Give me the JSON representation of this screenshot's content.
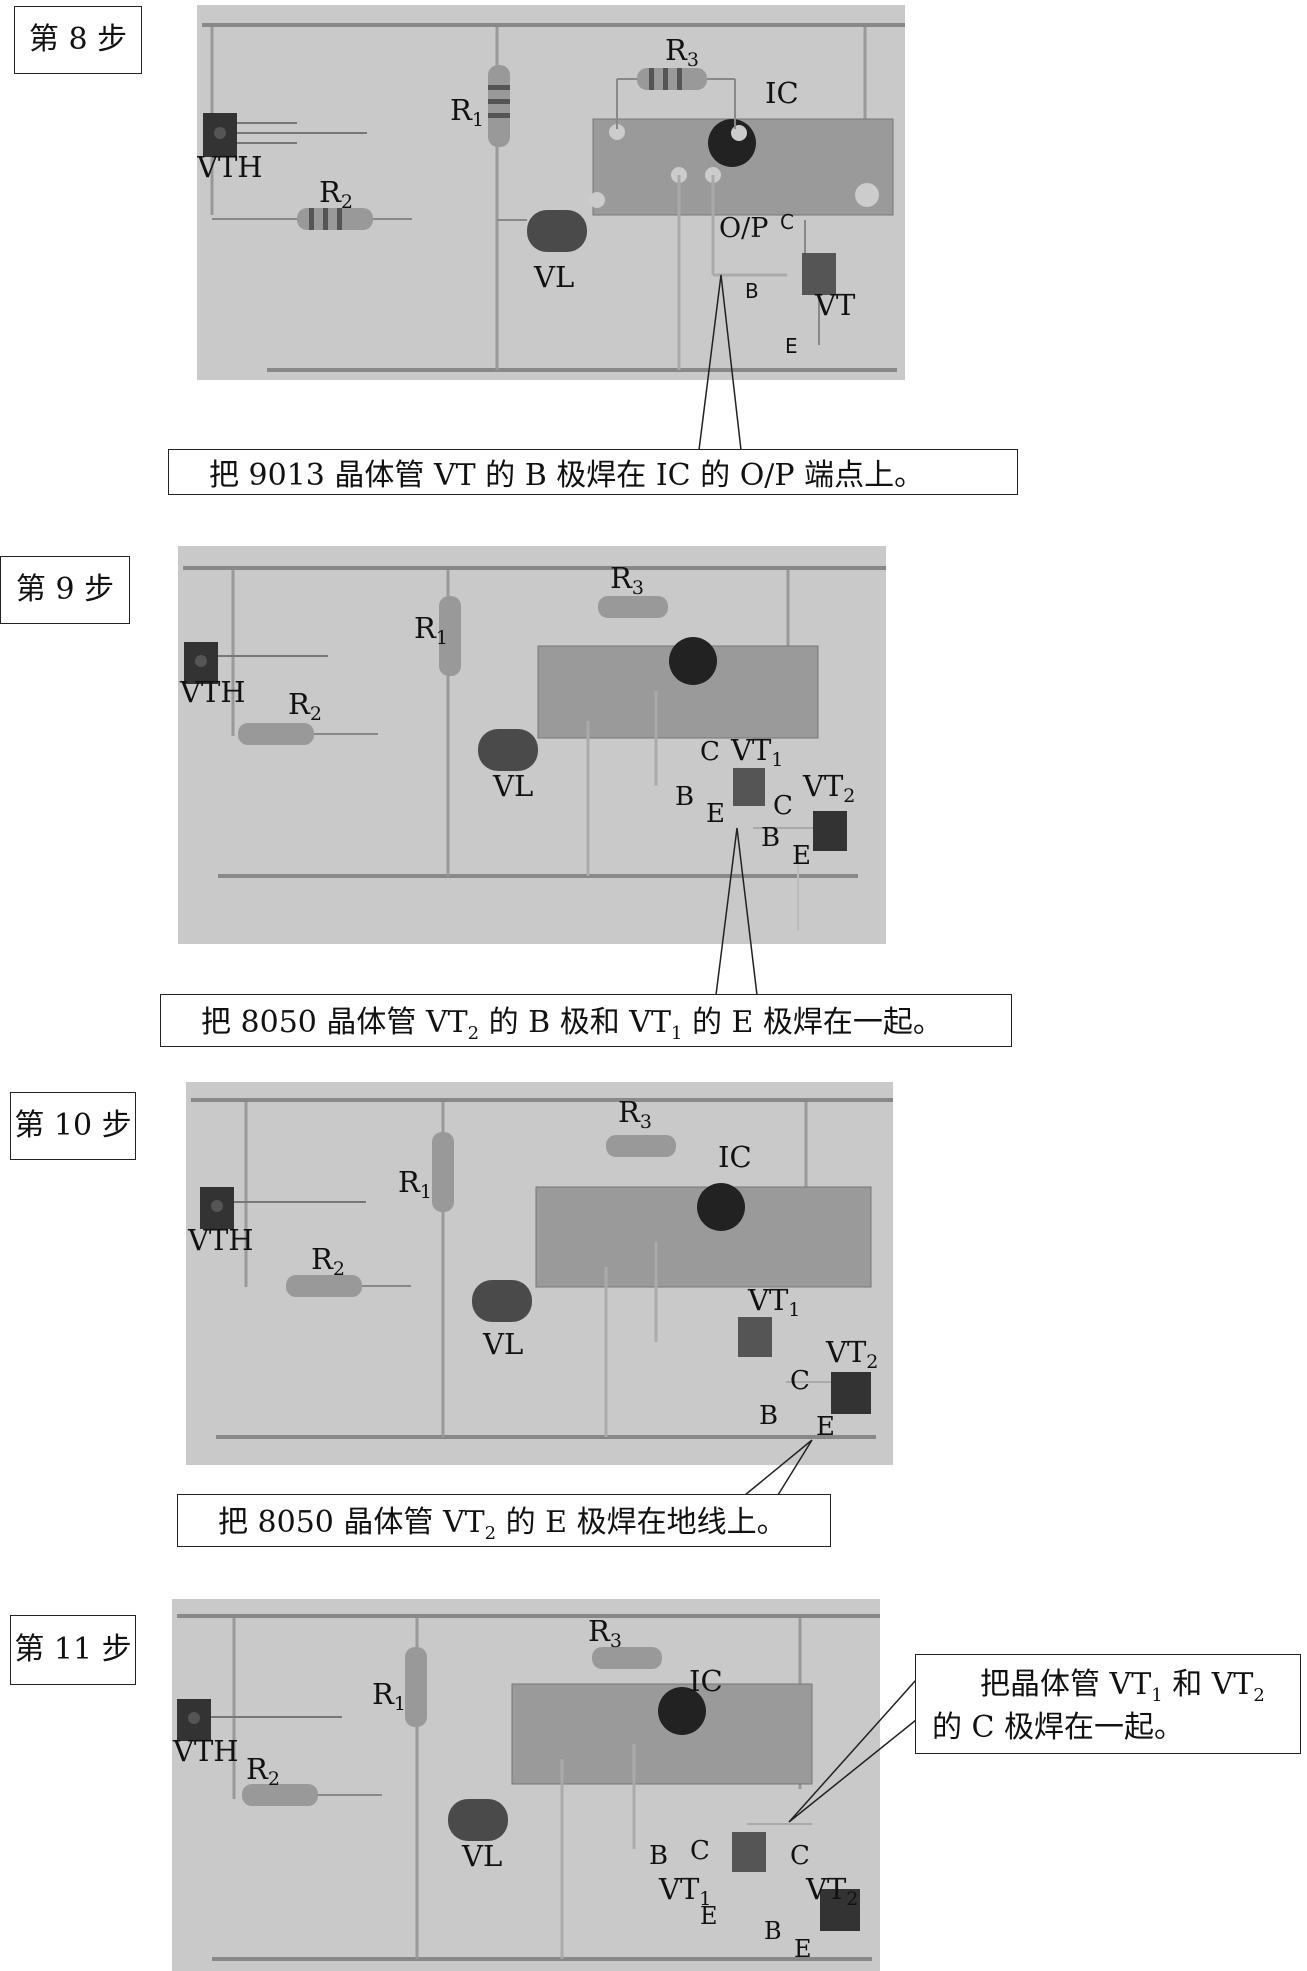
{
  "steps": [
    {
      "step_label": "第 8 步",
      "callout": "把 9013 晶体管 VT 的 B 极焊在 IC 的 O/P 端点上。",
      "labels": {
        "vth": "VTH",
        "r1": "R",
        "r1_sub": "1",
        "r2": "R",
        "r2_sub": "2",
        "r3": "R",
        "r3_sub": "3",
        "ic": "IC",
        "vl": "VL",
        "op": "O/P",
        "c": "C",
        "b": "B",
        "e": "E",
        "vt": "VT"
      }
    },
    {
      "step_label": "第 9 步",
      "callout_parts": [
        "把 8050 晶体管 VT",
        "2",
        " 的 B 极和 VT",
        "1",
        " 的 E 极焊在一起。"
      ],
      "labels": {
        "vth": "VTH",
        "r1": "R",
        "r1_sub": "1",
        "r2": "R",
        "r2_sub": "2",
        "r3": "R",
        "r3_sub": "3",
        "vl": "VL",
        "c1": "C",
        "vt1": "VT",
        "vt1_sub": "1",
        "b1": "B",
        "e1": "E",
        "c2": "C",
        "vt2": "VT",
        "vt2_sub": "2",
        "b2": "B",
        "e2": "E"
      }
    },
    {
      "step_label": "第 10 步",
      "callout_parts": [
        "把 8050 晶体管 VT",
        "2",
        " 的 E 极焊在地线上。"
      ],
      "labels": {
        "vth": "VTH",
        "r1": "R",
        "r1_sub": "1",
        "r2": "R",
        "r2_sub": "2",
        "r3": "R",
        "r3_sub": "3",
        "ic": "IC",
        "vl": "VL",
        "vt1": "VT",
        "vt1_sub": "1",
        "vt2": "VT",
        "vt2_sub": "2",
        "c": "C",
        "b": "B",
        "e": "E"
      }
    },
    {
      "step_label": "第 11 步",
      "callout_line1_parts": [
        "把晶体管 VT",
        "1",
        " 和 VT",
        "2"
      ],
      "callout_line2": "的 C 极焊在一起。",
      "labels": {
        "vth": "VTH",
        "r1": "R",
        "r1_sub": "1",
        "r2": "R",
        "r2_sub": "2",
        "r3": "R",
        "r3_sub": "3",
        "ic": "IC",
        "vl": "VL",
        "b1": "B",
        "c1": "C",
        "c2": "C",
        "vt1": "VT",
        "vt1_sub": "1",
        "e1": "E",
        "vt2": "VT",
        "vt2_sub": "2",
        "b2": "B",
        "e2": "E"
      }
    }
  ]
}
